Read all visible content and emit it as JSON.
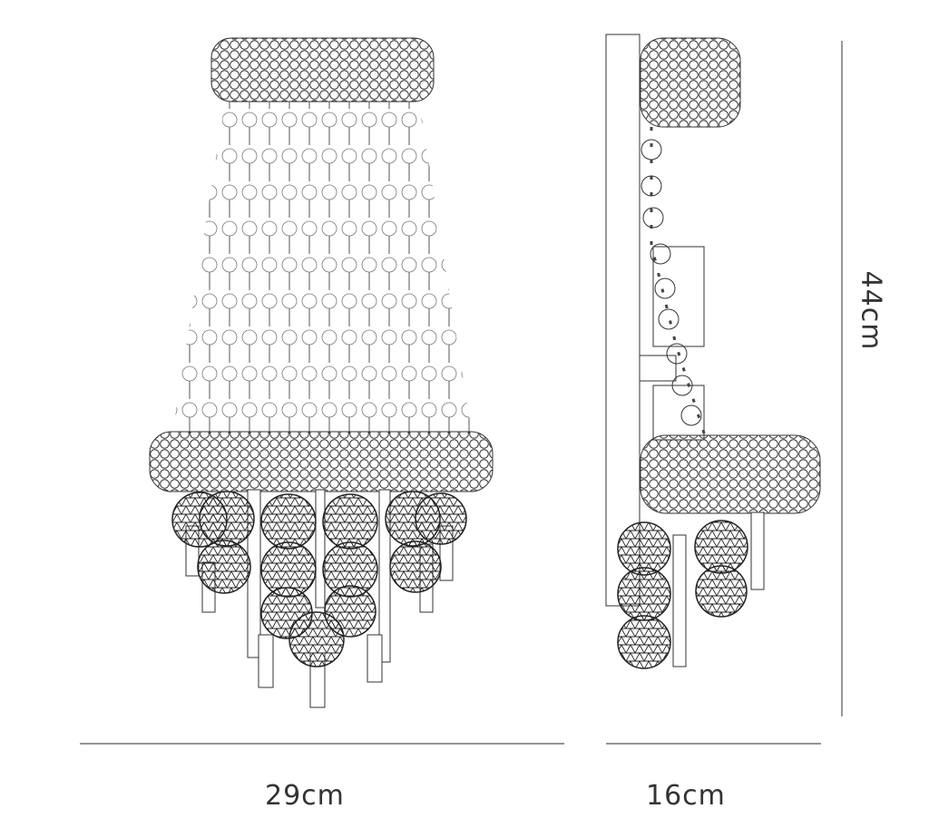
{
  "dimensions": {
    "width_front": "29cm",
    "width_side": "16cm",
    "height": "44cm"
  },
  "colors": {
    "line": "#333333",
    "dimension_line": "#555555"
  }
}
